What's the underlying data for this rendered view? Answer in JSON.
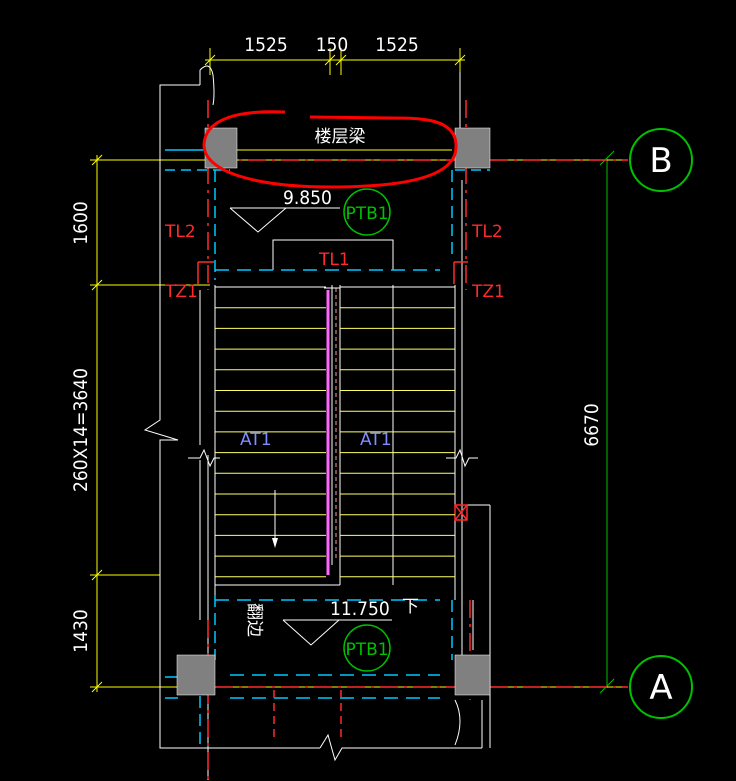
{
  "dimensions": {
    "top": [
      "1525",
      "150",
      "1525"
    ],
    "left": [
      "1600",
      "260X14=3640",
      "1430"
    ],
    "right": "6670"
  },
  "labels": {
    "floor_beam": "楼层梁",
    "tl2": "TL2",
    "tz1": "TZ1",
    "tl1": "TL1",
    "at1": "AT1",
    "ptb1": "PTB1",
    "elev_upper": "9.850",
    "elev_lower": "11.750",
    "down": "下",
    "flap": "翻边"
  },
  "axes": {
    "top": "B",
    "bottom": "A"
  },
  "colors": {
    "background": "#000000",
    "dimension_line": "#ffff00",
    "wall": "#ffffff",
    "beam_red": "#ff2a2a",
    "axis_green": "#00c000",
    "cyan": "#00c8ff",
    "column_fill": "#808080",
    "markup": "#ff0000"
  }
}
